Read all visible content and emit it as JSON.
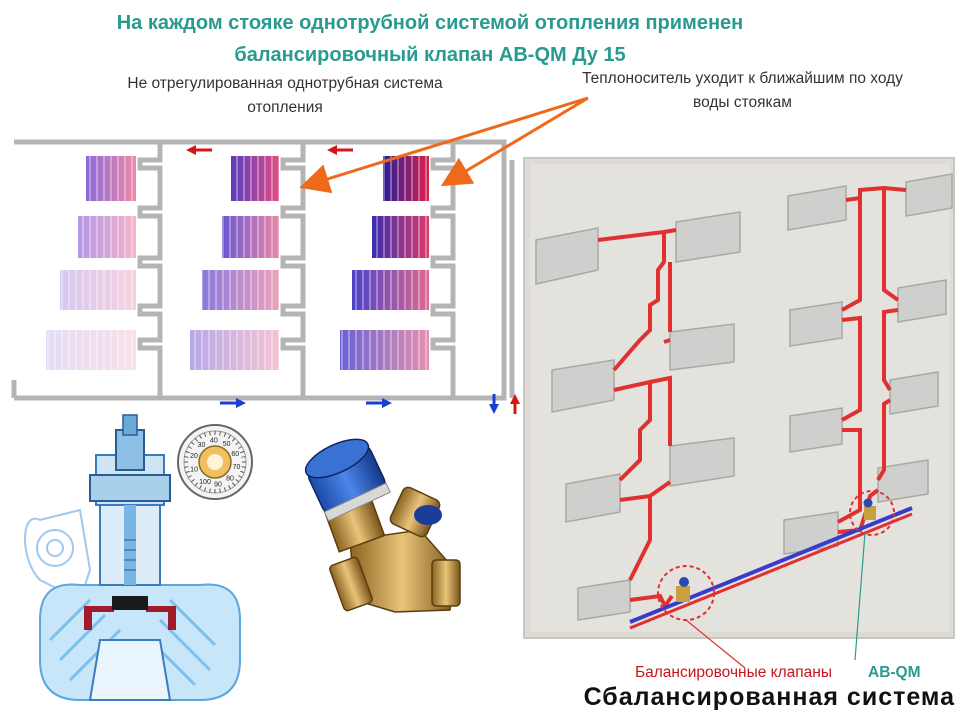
{
  "header": {
    "title_line1": "На каждом стояке однотрубной системой отопления применен",
    "title_line2": "балансировочный клапан AB-QM  Ду 15"
  },
  "left_diagram": {
    "caption_line1": "Не отрегулированная однотрубная система",
    "caption_line2": "отопления"
  },
  "callout": {
    "line1": "Теплоноситель уходит к ближайшим по ходу",
    "line2": "воды стоякам"
  },
  "dial": {
    "scale_labels": [
      "10",
      "20",
      "30",
      "40",
      "50",
      "60",
      "70",
      "80",
      "90",
      "100"
    ]
  },
  "right_diagram": {
    "valves_label": "Балансировочные клапаны",
    "valve_model": "AB-QM",
    "caption": "Сбалансированная система"
  },
  "colors": {
    "title": "#2a9a8f",
    "pipe": "#b4b4b4",
    "arrow_hot": "#d01818",
    "arrow_cold": "#1a3fd0",
    "callout_arrow": "#ee6a1a",
    "balanced_pipe": "#e03030",
    "balanced_return": "#3a3acc"
  }
}
